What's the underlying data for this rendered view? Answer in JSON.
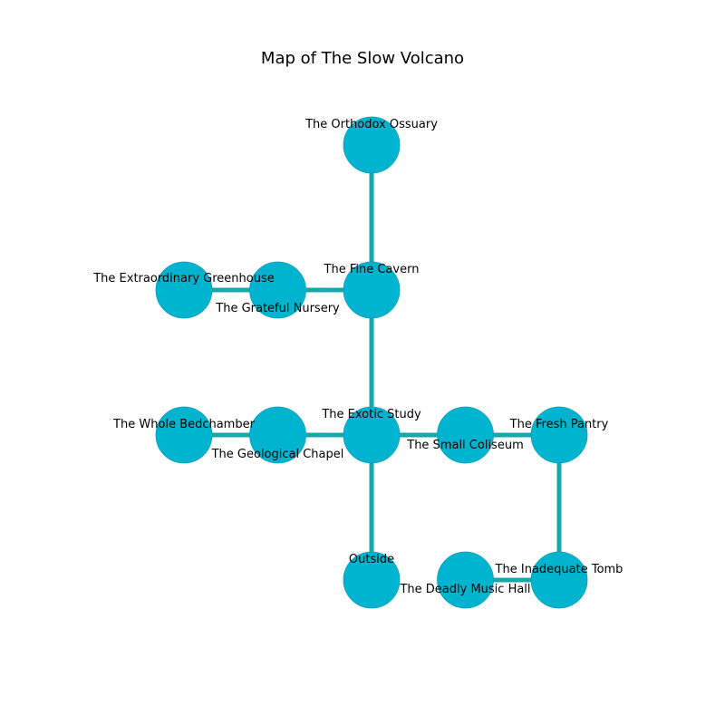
{
  "title": "Map of The Slow Volcano",
  "colors": {
    "node_fill": "#00b4d0",
    "node_stroke": "#0f9fb8",
    "edge": "#14a8a8",
    "background": "#ffffff"
  },
  "rooms": [
    {
      "id": "ossuary",
      "name": "The Orthodox Ossuary",
      "col": 2,
      "row": 0
    },
    {
      "id": "greenhouse",
      "name": "The Extraordinary Greenhouse",
      "col": 0,
      "row": 1
    },
    {
      "id": "nursery",
      "name": "The Grateful Nursery",
      "col": 1,
      "row": 1
    },
    {
      "id": "cavern",
      "name": "The Fine Cavern",
      "col": 2,
      "row": 1
    },
    {
      "id": "bedchamber",
      "name": "The Whole Bedchamber",
      "col": 0,
      "row": 2
    },
    {
      "id": "chapel",
      "name": "The Geological Chapel",
      "col": 1,
      "row": 2
    },
    {
      "id": "study",
      "name": "The Exotic Study",
      "col": 2,
      "row": 2
    },
    {
      "id": "coliseum",
      "name": "The Small Coliseum",
      "col": 3,
      "row": 2
    },
    {
      "id": "pantry",
      "name": "The Fresh Pantry",
      "col": 4,
      "row": 2
    },
    {
      "id": "outside",
      "name": "Outside",
      "col": 2,
      "row": 3
    },
    {
      "id": "musichall",
      "name": "The Deadly Music Hall",
      "col": 3,
      "row": 3
    },
    {
      "id": "tomb",
      "name": "The Inadequate Tomb",
      "col": 4,
      "row": 3
    }
  ],
  "connections": [
    [
      "ossuary",
      "cavern"
    ],
    [
      "greenhouse",
      "nursery"
    ],
    [
      "nursery",
      "cavern"
    ],
    [
      "cavern",
      "study"
    ],
    [
      "bedchamber",
      "chapel"
    ],
    [
      "chapel",
      "study"
    ],
    [
      "study",
      "coliseum"
    ],
    [
      "coliseum",
      "pantry"
    ],
    [
      "study",
      "outside"
    ],
    [
      "pantry",
      "tomb"
    ],
    [
      "musichall",
      "tomb"
    ]
  ]
}
